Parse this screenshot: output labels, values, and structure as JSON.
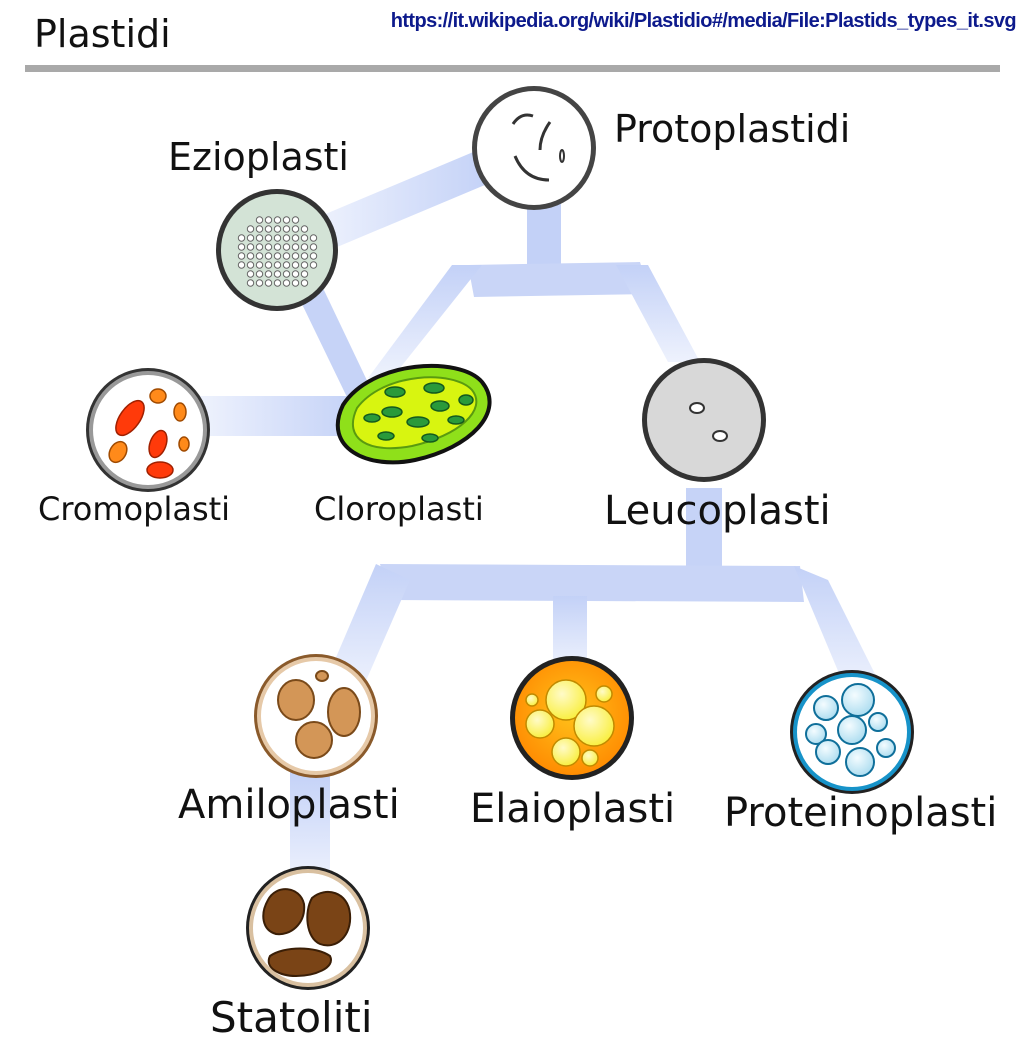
{
  "header": {
    "title": "Plastidi",
    "source_url": "https://it.wikipedia.org/wiki/Plastidio#/media/File:Plastids_types_it.svg"
  },
  "diagram": {
    "nodes": {
      "protoplastidi": "Protoplastidi",
      "ezioplasti": "Ezioplasti",
      "cromoplasti": "Cromoplasti",
      "cloroplasti": "Cloroplasti",
      "leucoplasti": "Leucoplasti",
      "amiloplasti": "Amiloplasti",
      "elaioplasti": "Elaioplasti",
      "proteinoplasti": "Proteinoplasti",
      "statoliti": "Statoliti"
    },
    "colors": {
      "connector": "#c6d3f7",
      "ezioplast": "#d3e3d6",
      "chloroplast_outer": "#8fe01a",
      "chloroplast_thylakoid": "#2a9a3a",
      "chromoplast_red": "#ff3a0a",
      "chromoplast_orange": "#ff8a1a",
      "leucoplast": "#d8d8d8",
      "amyloplast_starch": "#d39657",
      "elaioplast": "#ff9a00",
      "proteinoplast": "#1793c9",
      "statolith": "#7a4416"
    }
  }
}
